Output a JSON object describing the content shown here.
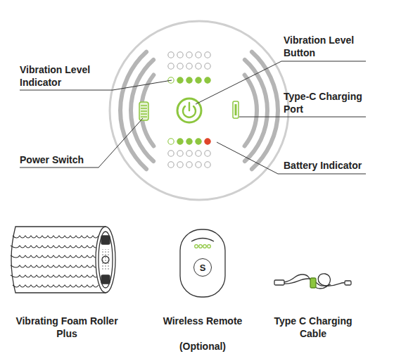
{
  "diagram": {
    "nodes": [
      {
        "text": [
          "S"
        ]
      }
    ],
    "labels": [
      "Vibration Level Indicator",
      "Vibration Level Button",
      "Type-C Charging Port",
      "Power Switch",
      "Battery Indicator",
      "Vibrating Foam Roller Plus",
      "Wireless Remote",
      "(Optional)",
      "Type C Charging Cable"
    ]
  }
}
